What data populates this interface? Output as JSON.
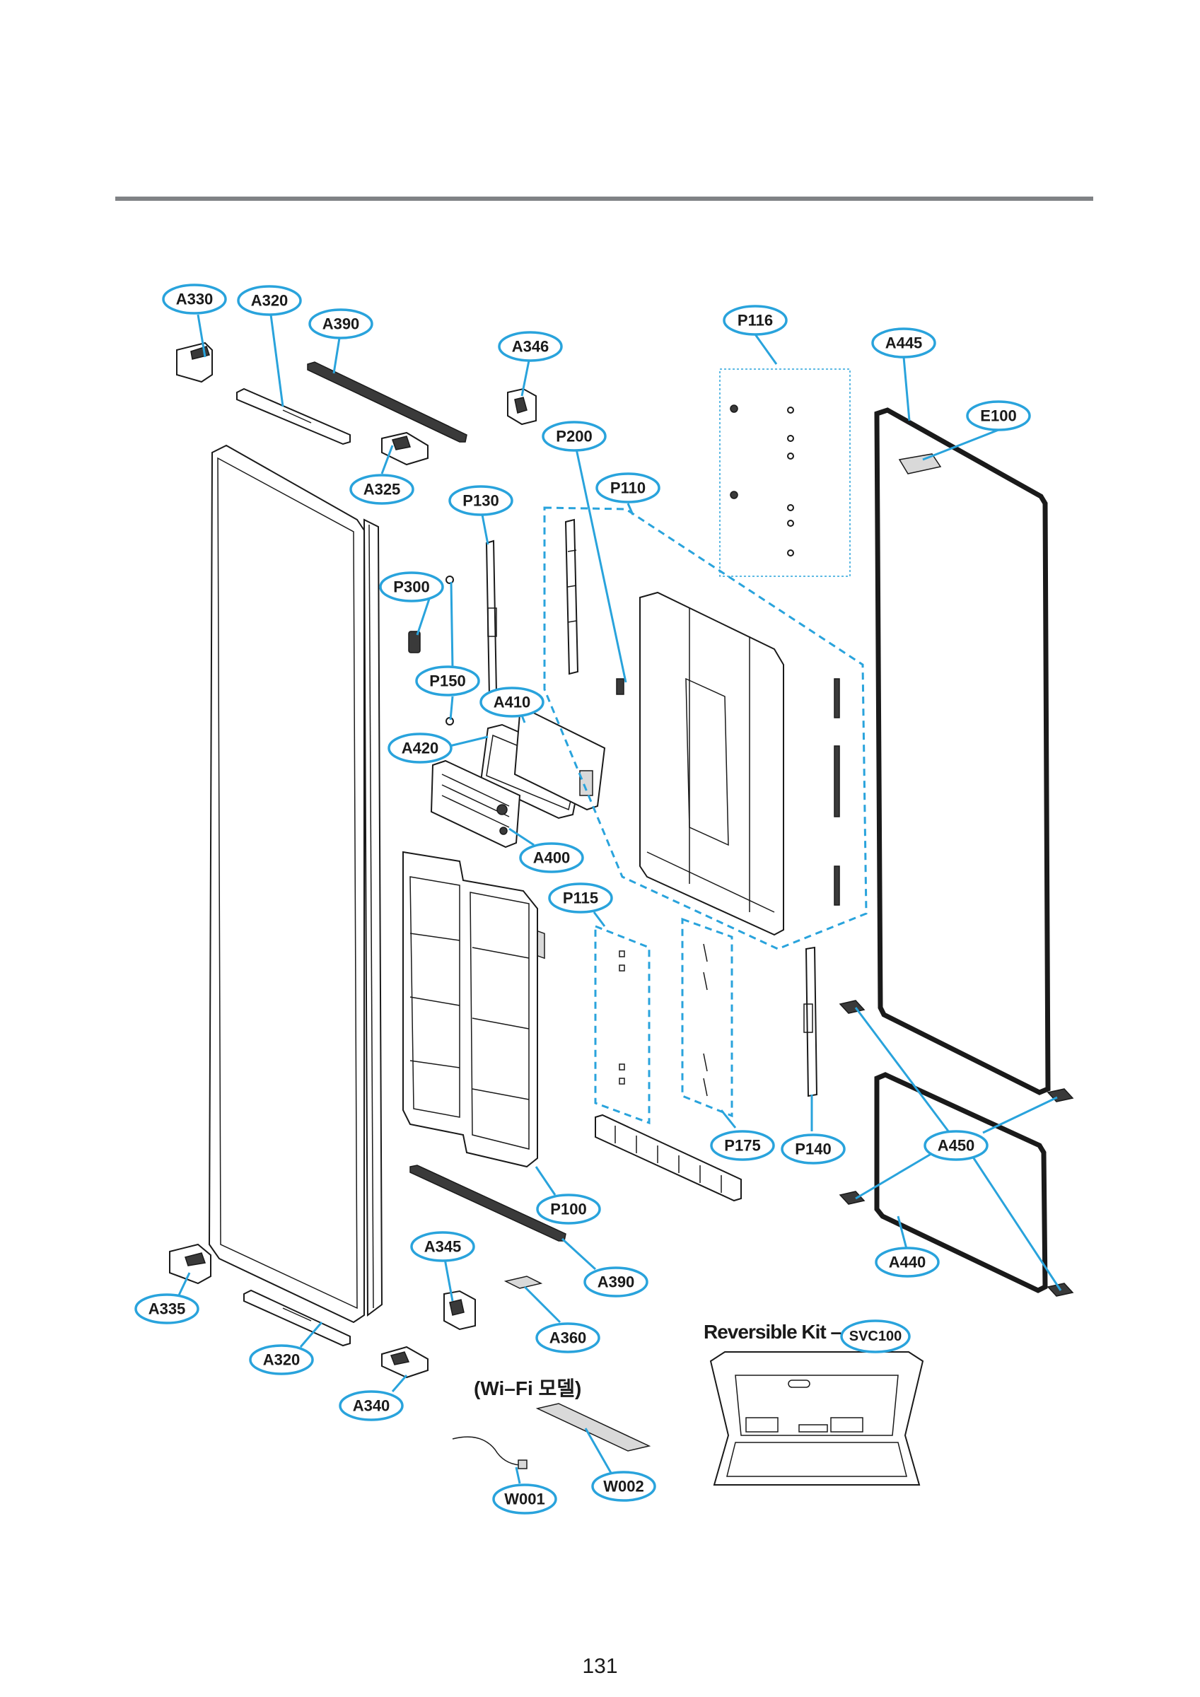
{
  "diagram": {
    "labels": [
      {
        "id": "A330",
        "text": "A330"
      },
      {
        "id": "A320_top",
        "text": "A320"
      },
      {
        "id": "A390_top",
        "text": "A390"
      },
      {
        "id": "A346",
        "text": "A346"
      },
      {
        "id": "P116",
        "text": "P116"
      },
      {
        "id": "A445",
        "text": "A445"
      },
      {
        "id": "E100",
        "text": "E100"
      },
      {
        "id": "P200",
        "text": "P200"
      },
      {
        "id": "A325",
        "text": "A325"
      },
      {
        "id": "P130",
        "text": "P130"
      },
      {
        "id": "P110",
        "text": "P110"
      },
      {
        "id": "P300",
        "text": "P300"
      },
      {
        "id": "P150",
        "text": "P150"
      },
      {
        "id": "A410",
        "text": "A410"
      },
      {
        "id": "A420",
        "text": "A420"
      },
      {
        "id": "A400",
        "text": "A400"
      },
      {
        "id": "P115",
        "text": "P115"
      },
      {
        "id": "P175",
        "text": "P175"
      },
      {
        "id": "P140",
        "text": "P140"
      },
      {
        "id": "A450",
        "text": "A450"
      },
      {
        "id": "P100",
        "text": "P100"
      },
      {
        "id": "A345",
        "text": "A345"
      },
      {
        "id": "A390_bot",
        "text": "A390"
      },
      {
        "id": "A440",
        "text": "A440"
      },
      {
        "id": "A335",
        "text": "A335"
      },
      {
        "id": "A360",
        "text": "A360"
      },
      {
        "id": "SVC100",
        "text": "SVC100"
      },
      {
        "id": "A320_bot",
        "text": "A320"
      },
      {
        "id": "A340",
        "text": "A340"
      },
      {
        "id": "W002",
        "text": "W002"
      },
      {
        "id": "W001",
        "text": "W001"
      }
    ],
    "kit_label": "Reversible Kit –",
    "wifi_label": "(Wi–Fi 모델)",
    "page_number": "131",
    "colors": {
      "callout": "#29a3dc",
      "rule": "#808285",
      "ink": "#1a1a1a"
    }
  }
}
